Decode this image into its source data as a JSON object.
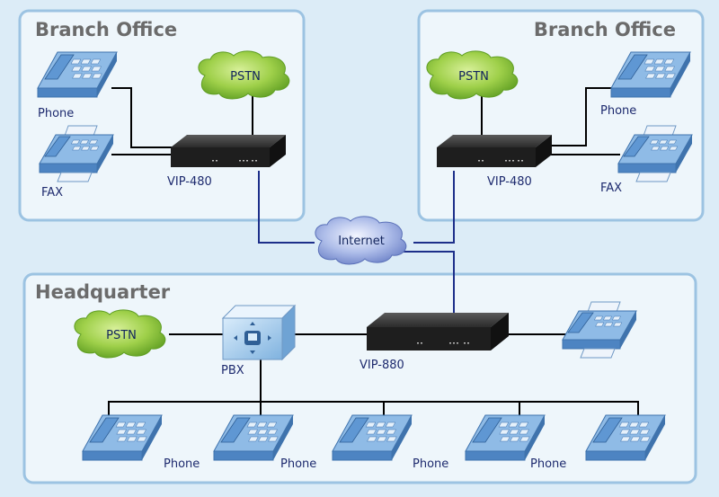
{
  "panels": {
    "branch_left": "Branch Office",
    "branch_right": "Branch Office",
    "headquarter": "Headquarter"
  },
  "clouds": {
    "pstn": "PSTN",
    "internet": "Internet"
  },
  "devices": {
    "vip480": "VIP-480",
    "vip880": "VIP-880",
    "pbx": "PBX"
  },
  "endpoints": {
    "phone": "Phone",
    "fax": "FAX"
  },
  "colors": {
    "background": "#dcecf7",
    "panel_fill": "#eef6fb",
    "panel_border": "#9cc3e2",
    "title_gray": "#6b6b6b",
    "label_navy": "#1d2a6e",
    "pstn_green": "#8cc63f",
    "internet_blue": "#8ea6dd",
    "device_body": "#1e1e1e",
    "phone_blue": "#5f97d3",
    "link_black": "#000000",
    "link_blue": "#1d2f8a"
  }
}
